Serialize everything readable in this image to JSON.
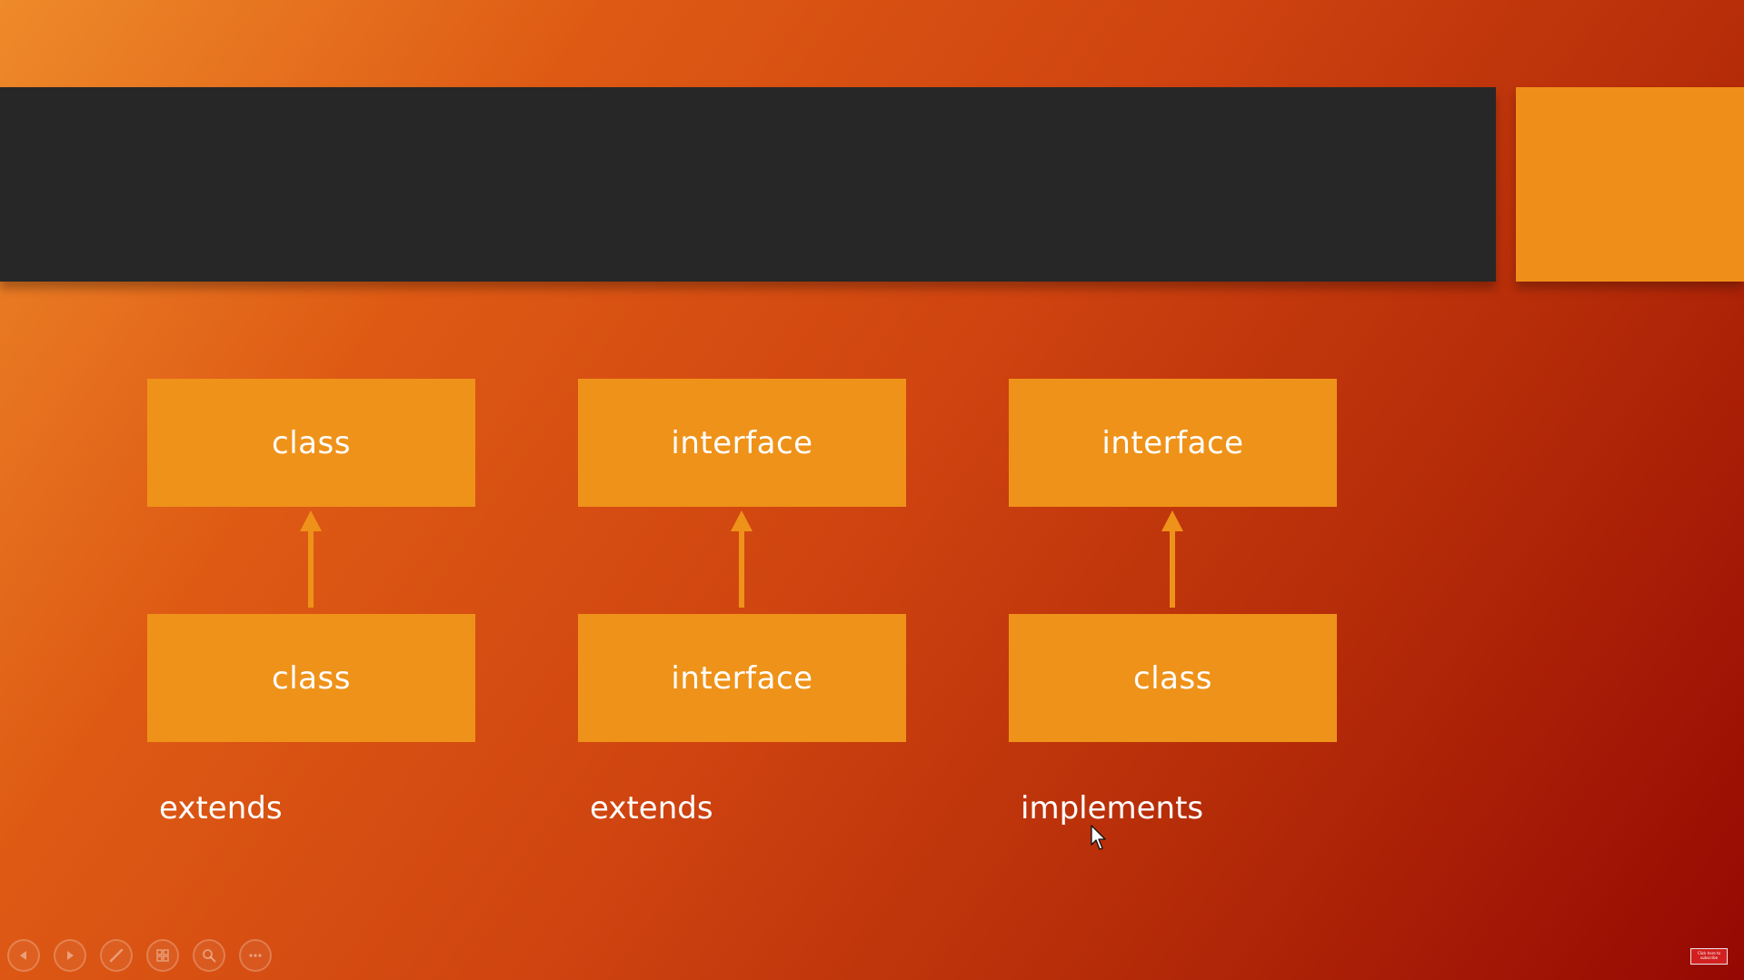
{
  "slide": {
    "diagrams": [
      {
        "top": "class",
        "bottom": "class",
        "relation": "extends"
      },
      {
        "top": "interface",
        "bottom": "interface",
        "relation": "extends"
      },
      {
        "top": "interface",
        "bottom": "class",
        "relation": "implements"
      }
    ]
  },
  "toolbar": {
    "buttons": [
      "previous-slide-icon",
      "next-slide-icon",
      "pen-icon",
      "slides-grid-icon",
      "zoom-icon",
      "more-options-icon"
    ]
  },
  "subscribe_badge": {
    "line1": "Click here to",
    "line2": "subscribe"
  },
  "colors": {
    "box_fill": "#ef9219",
    "title_band": "#272727",
    "accent": "#ef8f19"
  }
}
